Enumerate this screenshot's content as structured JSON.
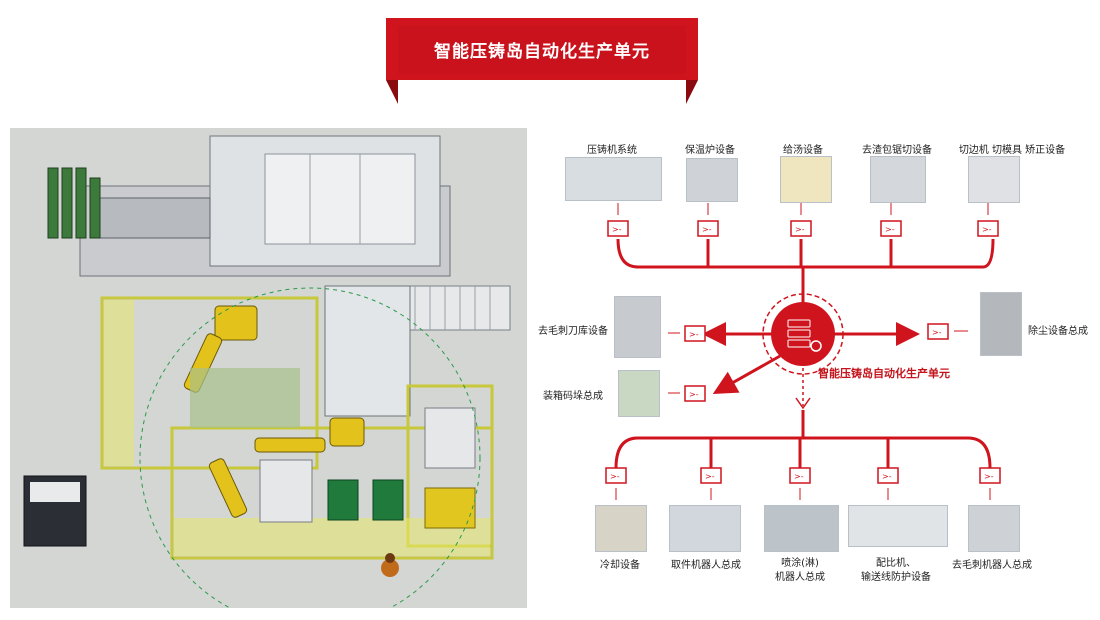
{
  "header": {
    "title": "智能压铸岛自动化生产单元"
  },
  "diagram": {
    "center_label": "智能压铸岛自动化生产单元",
    "top_nodes": [
      {
        "label": "压铸机系统"
      },
      {
        "label": "保温炉设备"
      },
      {
        "label": "给汤设备"
      },
      {
        "label": "去渣包锯切设备"
      },
      {
        "label": "切边机 切模具 矫正设备"
      }
    ],
    "middle_nodes": {
      "left_top": "去毛刺刀库设备",
      "left_bottom": "装箱码垛总成",
      "right": "除尘设备总成"
    },
    "bottom_nodes": [
      {
        "label": "冷却设备"
      },
      {
        "label": "取件机器人总成"
      },
      {
        "label": "喷涂(淋)",
        "label2": "机器人总成"
      },
      {
        "label": "配比机、",
        "label2": "输送线防护设备"
      },
      {
        "label": "去毛刺机器人总成"
      }
    ]
  },
  "colors": {
    "accent": "#d0141e",
    "banner_dark": "#9c0c12"
  }
}
